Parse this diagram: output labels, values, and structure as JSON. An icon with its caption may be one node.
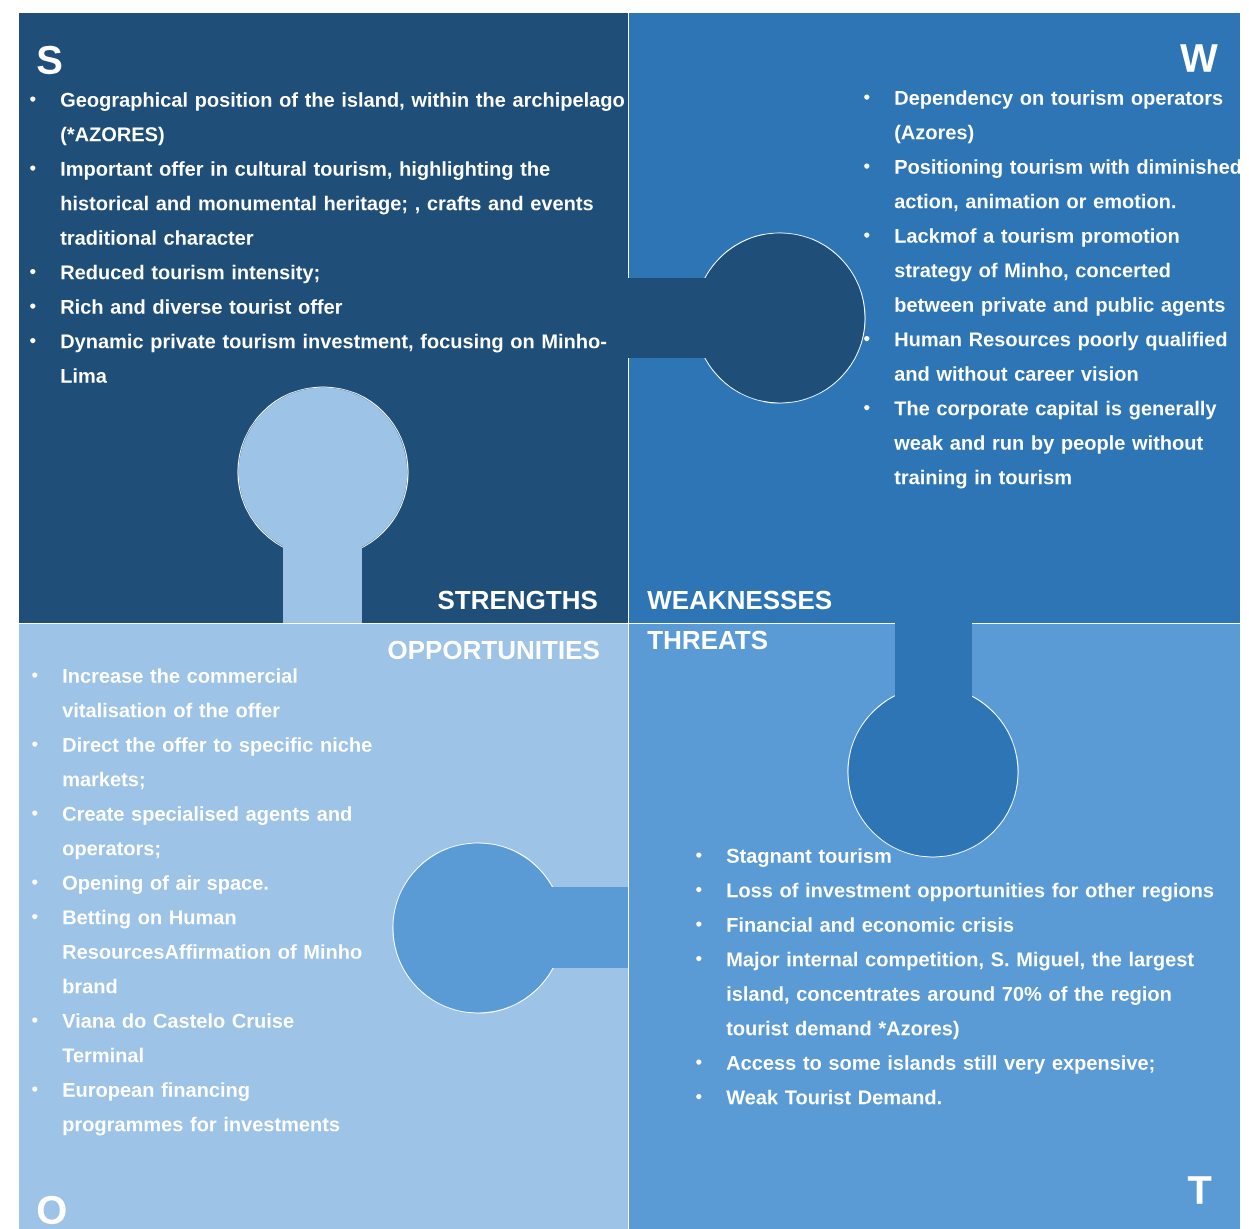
{
  "diagram": {
    "nodes": [
      {
        "text": [
          "S",
          "Geographical position of the island, within the archipelago (*AZORES)",
          "Important offer in cultural tourism, highlighting the historical and monumental heritage; , crafts and events traditional character",
          "Reduced tourism intensity;",
          "Rich and diverse tourist offer",
          "Dynamic private tourism investment, focusing on Minho- Lima",
          "STRENGTHS"
        ]
      },
      {
        "text": [
          "W",
          "Dependency on tourism operators (Azores)",
          "Positioning tourism with diminished action, animation or emotion.",
          "Lackmof a tourism promotion strategy of Minho, concerted between private and public agents",
          "Human Resources poorly qualified and without career vision",
          "The corporate capital is generally weak and run by people without training in tourism",
          "WEAKNESSES"
        ]
      },
      {
        "text": [
          "O",
          "Increase the commercial vitalisation of the offer",
          "Direct the offer to specific niche markets;",
          "Create specialised agents and operators;",
          "Opening of air space.",
          "Betting on Human ResourcesAffirmation of Minho brand",
          "Viana do Castelo Cruise Terminal",
          "European financing programmes for investments",
          "OPPORTUNITIES"
        ]
      },
      {
        "text": [
          "T",
          "Stagnant tourism",
          "Loss of investment opportunities for other regions",
          "Financial and economic crisis",
          "Major internal competition, S. Miguel, the largest island, concentrates around 70% of the region tourist demand *Azores)",
          "Access to some islands still very expensive;",
          "Weak Tourist Demand.",
          "THREATS"
        ]
      }
    ]
  }
}
